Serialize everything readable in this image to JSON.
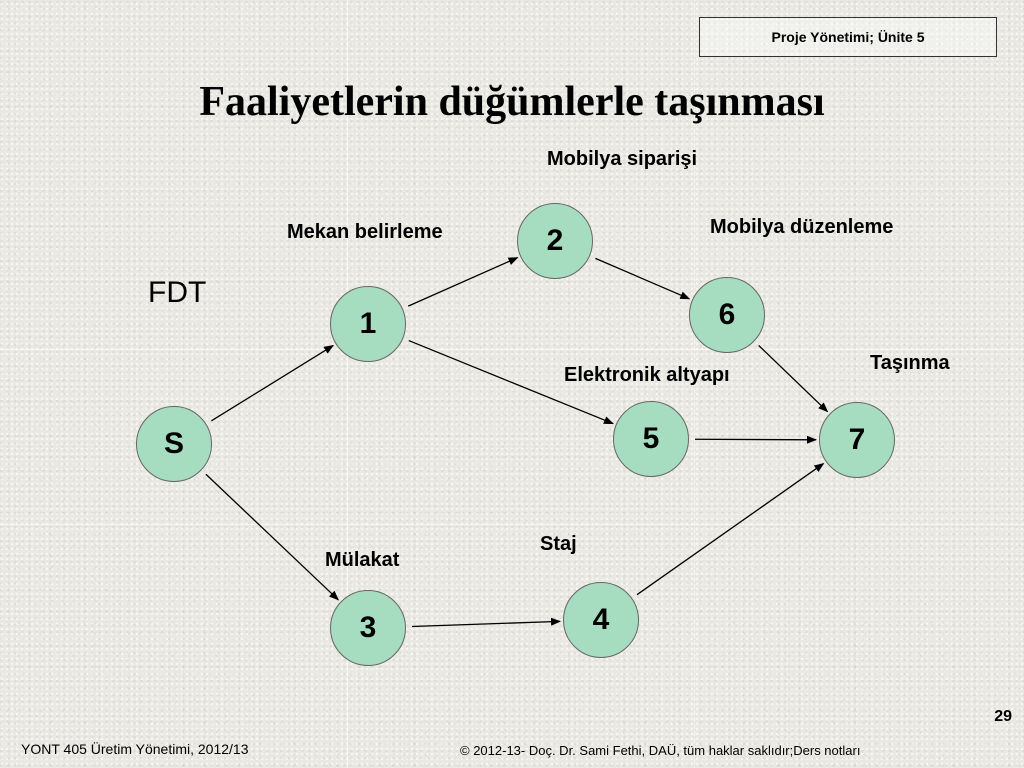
{
  "header": {
    "text": "Proje Yönetimi; Ünite 5"
  },
  "title": "Faaliyetlerin düğümlerle taşınması",
  "fdt_label": "FDT",
  "nodes": [
    {
      "id": "S",
      "label": "S"
    },
    {
      "id": "1",
      "label": "1"
    },
    {
      "id": "2",
      "label": "2"
    },
    {
      "id": "3",
      "label": "3"
    },
    {
      "id": "4",
      "label": "4"
    },
    {
      "id": "5",
      "label": "5"
    },
    {
      "id": "6",
      "label": "6"
    },
    {
      "id": "7",
      "label": "7"
    }
  ],
  "edges": [
    {
      "from": "S",
      "to": "1"
    },
    {
      "from": "S",
      "to": "3"
    },
    {
      "from": "1",
      "to": "2"
    },
    {
      "from": "1",
      "to": "5"
    },
    {
      "from": "2",
      "to": "6"
    },
    {
      "from": "6",
      "to": "7"
    },
    {
      "from": "5",
      "to": "7"
    },
    {
      "from": "3",
      "to": "4"
    },
    {
      "from": "4",
      "to": "7"
    }
  ],
  "activity_labels": {
    "mobilya_siparisi": "Mobilya siparişi",
    "mekan_belirleme": "Mekan belirleme",
    "mobilya_duzenleme": "Mobilya düzenleme",
    "elektronik_altyapi": "Elektronik altyapı",
    "tasinma": "Taşınma",
    "staj": "Staj",
    "mulakat": "Mülakat"
  },
  "page_number": "29",
  "footer": {
    "left": "YONT 405 Üretim Yönetimi, 2012/13",
    "right": "© 2012-13- Doç. Dr. Sami Fethi, DAÜ, tüm haklar saklıdır;Ders notları"
  }
}
